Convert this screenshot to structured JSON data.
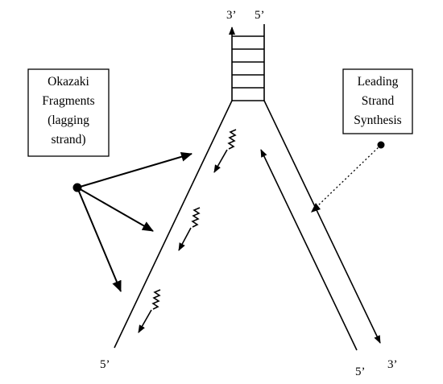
{
  "labels": {
    "top_left": "3’",
    "top_right": "5’",
    "bottom_left": "5’",
    "bottom_mid": "5’",
    "bottom_right": "3’"
  },
  "okazaki_box": {
    "lines": [
      "Okazaki",
      "Fragments",
      "(lagging",
      "strand)"
    ]
  },
  "leading_box": {
    "lines": [
      "Leading",
      "Strand",
      "Synthesis"
    ]
  },
  "colors": {
    "stroke": "#000000",
    "background": "#ffffff"
  }
}
